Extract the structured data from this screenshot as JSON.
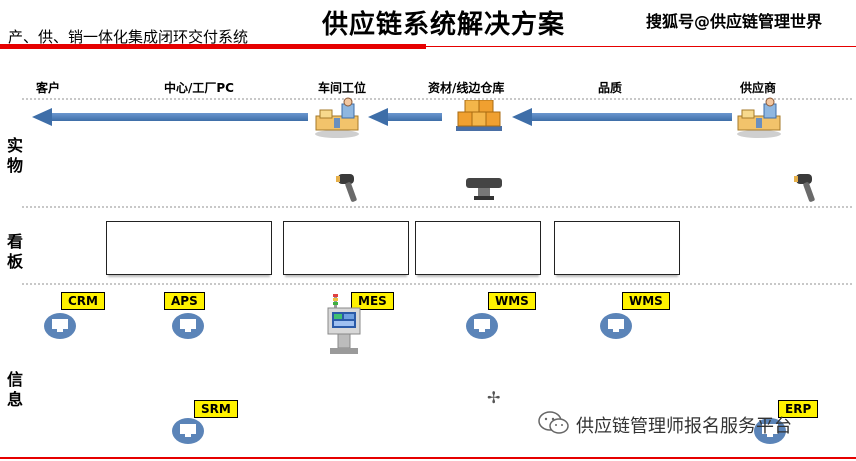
{
  "header": {
    "subtitle": "产、供、销一体化集成闭环交付系统",
    "title": "供应链系统解决方案",
    "brand": "搜狐号@供应链管理世界"
  },
  "stages": [
    "客户",
    "中心/工厂PC",
    "车间工位",
    "资材/线边仓库",
    "品质",
    "供应商"
  ],
  "rows": {
    "physical": "实\n物",
    "board": "看\n板",
    "info": "信\n息"
  },
  "systems": {
    "crm": "CRM",
    "aps": "APS",
    "mes": "MES",
    "wms1": "WMS",
    "wms2": "WMS",
    "srm": "SRM",
    "erp": "ERP"
  },
  "footer": {
    "watermark": "供应链管理师报名服务平台"
  },
  "colors": {
    "accent_red": "#e60000",
    "arrow_blue": "#4f81bd",
    "tag_yellow": "#fff200",
    "pc_blue": "#5b84b8"
  },
  "icons": [
    "workstation-icon",
    "warehouse-boxes-icon",
    "barcode-scanner-icon",
    "desktop-pc-icon",
    "mes-terminal-icon",
    "wechat-icon"
  ]
}
